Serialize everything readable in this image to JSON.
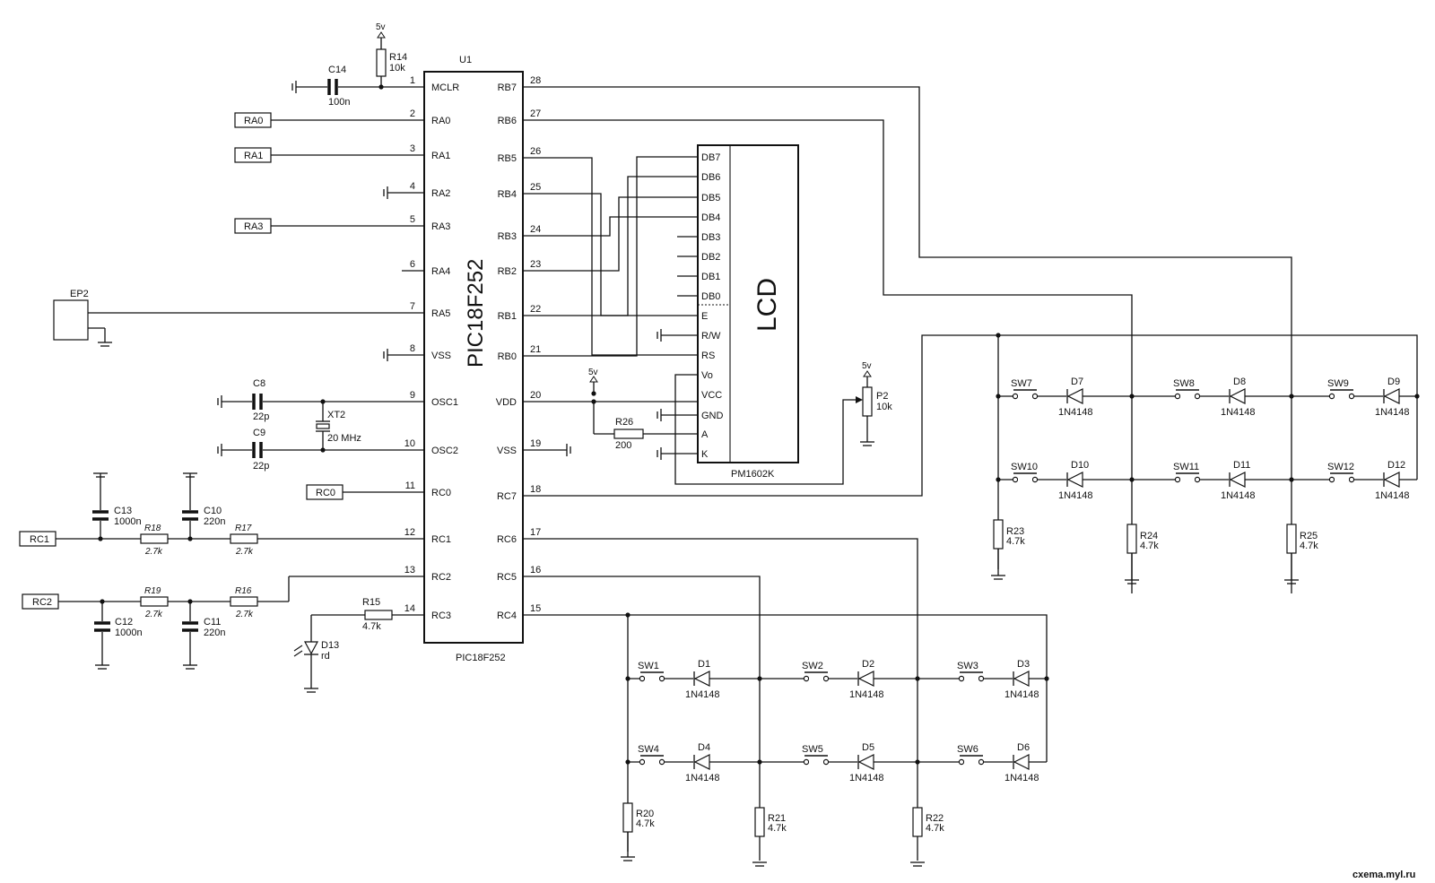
{
  "mcu": {
    "ref": "U1",
    "name": "PIC18F252",
    "bottom_label": "PIC18F252",
    "left_pins": [
      {
        "num": "1",
        "name": "MCLR"
      },
      {
        "num": "2",
        "name": "RA0"
      },
      {
        "num": "3",
        "name": "RA1"
      },
      {
        "num": "4",
        "name": "RA2"
      },
      {
        "num": "5",
        "name": "RA3"
      },
      {
        "num": "6",
        "name": "RA4"
      },
      {
        "num": "7",
        "name": "RA5"
      },
      {
        "num": "8",
        "name": "VSS"
      },
      {
        "num": "9",
        "name": "OSC1"
      },
      {
        "num": "10",
        "name": "OSC2"
      },
      {
        "num": "11",
        "name": "RC0"
      },
      {
        "num": "12",
        "name": "RC1"
      },
      {
        "num": "13",
        "name": "RC2"
      },
      {
        "num": "14",
        "name": "RC3"
      }
    ],
    "right_pins": [
      {
        "num": "28",
        "name": "RB7"
      },
      {
        "num": "27",
        "name": "RB6"
      },
      {
        "num": "26",
        "name": "RB5"
      },
      {
        "num": "25",
        "name": "RB4"
      },
      {
        "num": "24",
        "name": "RB3"
      },
      {
        "num": "23",
        "name": "RB2"
      },
      {
        "num": "22",
        "name": "RB1"
      },
      {
        "num": "21",
        "name": "RB0"
      },
      {
        "num": "20",
        "name": "VDD"
      },
      {
        "num": "19",
        "name": "VSS"
      },
      {
        "num": "18",
        "name": "RC7"
      },
      {
        "num": "17",
        "name": "RC6"
      },
      {
        "num": "16",
        "name": "RC5"
      },
      {
        "num": "15",
        "name": "RC4"
      }
    ]
  },
  "lcd": {
    "title": "LCD",
    "model": "PM1602K",
    "pins": [
      "DB7",
      "DB6",
      "DB5",
      "DB4",
      "DB3",
      "DB2",
      "DB1",
      "DB0",
      "E",
      "R/W",
      "RS",
      "Vo",
      "VCC",
      "GND",
      "A",
      "K"
    ]
  },
  "ports": {
    "ra0": "RA0",
    "ra1": "RA1",
    "ra3": "RA3",
    "rc0": "RC0",
    "rc1": "RC1",
    "rc2": "RC2"
  },
  "components": {
    "c14": {
      "ref": "C14",
      "value": "100n"
    },
    "r14": {
      "ref": "R14",
      "value": "10k"
    },
    "vcc_r14": "5v",
    "ep2": "EP2",
    "c8": {
      "ref": "C8",
      "value": "22p"
    },
    "c9": {
      "ref": "C9",
      "value": "22p"
    },
    "xt2": {
      "ref": "XT2",
      "value": "20 MHz"
    },
    "c13": {
      "ref": "C13",
      "value": "1000n"
    },
    "c10": {
      "ref": "C10",
      "value": "220n"
    },
    "r18": {
      "ref": "R18",
      "value": "2.7k"
    },
    "r17": {
      "ref": "R17",
      "value": "2.7k"
    },
    "c12": {
      "ref": "C12",
      "value": "1000n"
    },
    "c11": {
      "ref": "C11",
      "value": "220n"
    },
    "r19": {
      "ref": "R19",
      "value": "2.7k"
    },
    "r16": {
      "ref": "R16",
      "value": "2.7k"
    },
    "r15": {
      "ref": "R15",
      "value": "4.7k"
    },
    "d13": {
      "ref": "D13",
      "value": "rd"
    },
    "vdd_5v": "5v",
    "r26": {
      "ref": "R26",
      "value": "200"
    },
    "p2": {
      "ref": "P2",
      "value": "10k"
    },
    "vcc_p2": "5v",
    "r23": {
      "ref": "R23",
      "value": "4.7k"
    },
    "r24": {
      "ref": "R24",
      "value": "4.7k"
    },
    "r25": {
      "ref": "R25",
      "value": "4.7k"
    },
    "r20": {
      "ref": "R20",
      "value": "4.7k"
    },
    "r21": {
      "ref": "R21",
      "value": "4.7k"
    },
    "r22": {
      "ref": "R22",
      "value": "4.7k"
    }
  },
  "keypad_right": {
    "diode_value": "1N4148",
    "row1": [
      {
        "sw": "SW7",
        "d": "D7"
      },
      {
        "sw": "SW8",
        "d": "D8"
      },
      {
        "sw": "SW9",
        "d": "D9"
      }
    ],
    "row2": [
      {
        "sw": "SW10",
        "d": "D10"
      },
      {
        "sw": "SW11",
        "d": "D11"
      },
      {
        "sw": "SW12",
        "d": "D12"
      }
    ]
  },
  "keypad_bottom": {
    "diode_value": "1N4148",
    "row1": [
      {
        "sw": "SW1",
        "d": "D1"
      },
      {
        "sw": "SW2",
        "d": "D2"
      },
      {
        "sw": "SW3",
        "d": "D3"
      }
    ],
    "row2": [
      {
        "sw": "SW4",
        "d": "D4"
      },
      {
        "sw": "SW5",
        "d": "D5"
      },
      {
        "sw": "SW6",
        "d": "D6"
      }
    ]
  },
  "watermark": "cxema.myl.ru"
}
